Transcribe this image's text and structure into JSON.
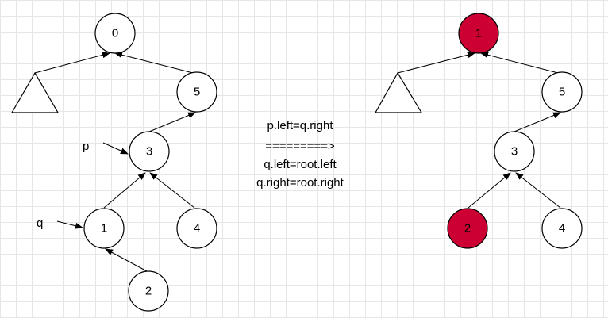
{
  "colors": {
    "node_fill": "#ffffff",
    "highlight_fill": "#cc0033",
    "stroke": "#000000",
    "grid": "#e6e6e6"
  },
  "left_tree": {
    "nodes": {
      "n0": "0",
      "n5": "5",
      "n3": "3",
      "n1": "1",
      "n4": "4",
      "n2": "2"
    },
    "pointer_p": "p",
    "pointer_q": "q"
  },
  "right_tree": {
    "nodes": {
      "n1": "1",
      "n5": "5",
      "n3": "3",
      "n2": "2",
      "n4": "4"
    },
    "highlighted": [
      "n1",
      "n2"
    ]
  },
  "operation": {
    "line1": "p.left=q.right",
    "line2": "=========>",
    "line3": "q.left=root.left",
    "line4": "q.right=root.right"
  }
}
